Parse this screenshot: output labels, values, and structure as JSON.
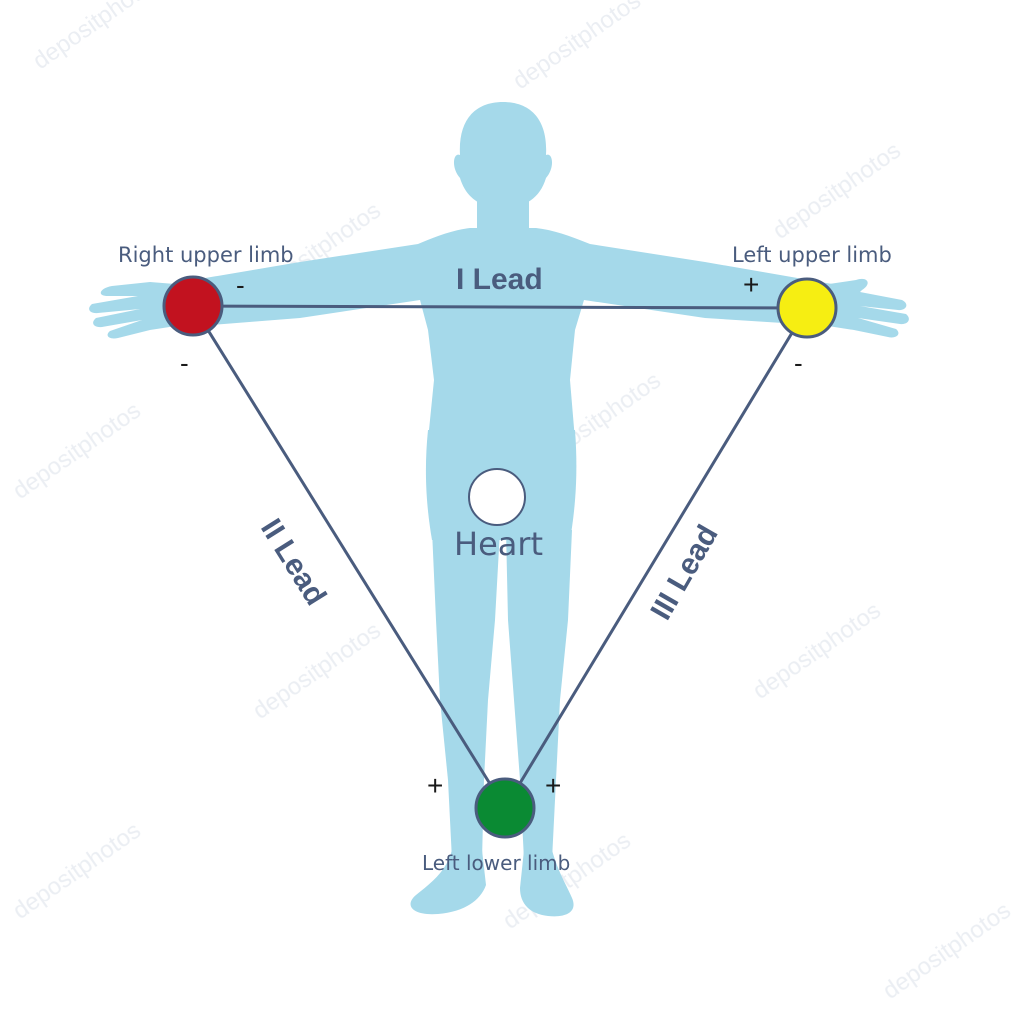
{
  "colors": {
    "body": "#a5d9ea",
    "line": "#4a5c7e",
    "right_upper_limb": "#c2121f",
    "left_upper_limb": "#f6ee12",
    "left_lower_limb": "#0a8a33",
    "heart": "#ffffff"
  },
  "labels": {
    "right_upper_limb": "Right upper limb",
    "left_upper_limb": "Left upper limb",
    "left_lower_limb": "Left lower limb",
    "heart": "Heart"
  },
  "leads": {
    "lead_1": "I Lead",
    "lead_2": "II Lead",
    "lead_3": "III Lead"
  },
  "signs": {
    "right_arm_lead1": "-",
    "right_arm_lead2": "-",
    "left_arm_lead1": "+",
    "left_arm_lead3": "-",
    "left_leg_lead2": "+",
    "left_leg_lead3": "+"
  },
  "watermark": "depositphotos"
}
